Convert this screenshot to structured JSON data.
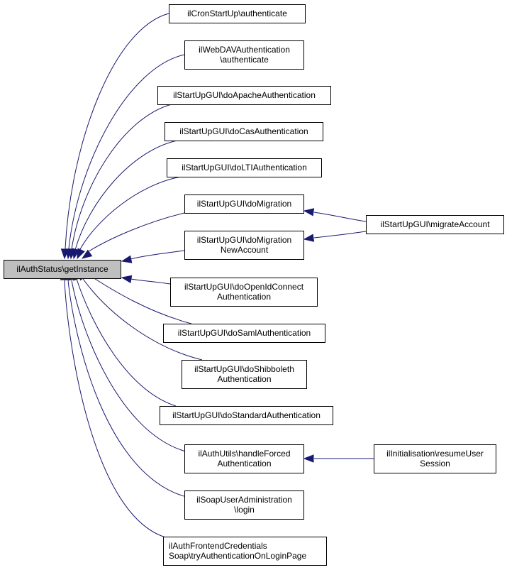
{
  "diagram": {
    "type": "caller-graph",
    "edge_color": "#191970",
    "root_fill": "#bfbfbf",
    "node_fill": "#ffffff",
    "root": {
      "id": "root",
      "lines": [
        "ilAuthStatus\\getInstance"
      ]
    },
    "nodes": [
      {
        "id": "n1",
        "lines": [
          "ilCronStartUp\\authenticate"
        ]
      },
      {
        "id": "n2",
        "lines": [
          "ilWebDAVAuthentication",
          "\\authenticate"
        ]
      },
      {
        "id": "n3",
        "lines": [
          "ilStartUpGUI\\doApacheAuthentication"
        ]
      },
      {
        "id": "n4",
        "lines": [
          "ilStartUpGUI\\doCasAuthentication"
        ]
      },
      {
        "id": "n5",
        "lines": [
          "ilStartUpGUI\\doLTIAuthentication"
        ]
      },
      {
        "id": "n6",
        "lines": [
          "ilStartUpGUI\\doMigration"
        ]
      },
      {
        "id": "n7",
        "lines": [
          "ilStartUpGUI\\doMigration",
          "NewAccount"
        ]
      },
      {
        "id": "n8",
        "lines": [
          "ilStartUpGUI\\doOpenIdConnect",
          "Authentication"
        ]
      },
      {
        "id": "n9",
        "lines": [
          "ilStartUpGUI\\doSamlAuthentication"
        ]
      },
      {
        "id": "n10",
        "lines": [
          "ilStartUpGUI\\doShibboleth",
          "Authentication"
        ]
      },
      {
        "id": "n11",
        "lines": [
          "ilStartUpGUI\\doStandardAuthentication"
        ]
      },
      {
        "id": "n12",
        "lines": [
          "ilAuthUtils\\handleForced",
          "Authentication"
        ]
      },
      {
        "id": "n13",
        "lines": [
          "ilSoapUserAdministration",
          "\\login"
        ]
      },
      {
        "id": "n14",
        "lines": [
          "ilAuthFrontendCredentials",
          "Soap\\tryAuthenticationOnLoginPage"
        ],
        "align": "left"
      },
      {
        "id": "n15",
        "lines": [
          "ilStartUpGUI\\migrateAccount"
        ]
      },
      {
        "id": "n16",
        "lines": [
          "ilInitialisation\\resumeUser",
          "Session"
        ]
      }
    ],
    "edges": [
      {
        "from": "n1",
        "to": "root"
      },
      {
        "from": "n2",
        "to": "root"
      },
      {
        "from": "n3",
        "to": "root"
      },
      {
        "from": "n4",
        "to": "root"
      },
      {
        "from": "n5",
        "to": "root"
      },
      {
        "from": "n6",
        "to": "root"
      },
      {
        "from": "n7",
        "to": "root"
      },
      {
        "from": "n8",
        "to": "root"
      },
      {
        "from": "n9",
        "to": "root"
      },
      {
        "from": "n10",
        "to": "root"
      },
      {
        "from": "n11",
        "to": "root"
      },
      {
        "from": "n12",
        "to": "root"
      },
      {
        "from": "n13",
        "to": "root"
      },
      {
        "from": "n14",
        "to": "root"
      },
      {
        "from": "n15",
        "to": "n6"
      },
      {
        "from": "n15",
        "to": "n7"
      },
      {
        "from": "n16",
        "to": "n12"
      }
    ]
  }
}
